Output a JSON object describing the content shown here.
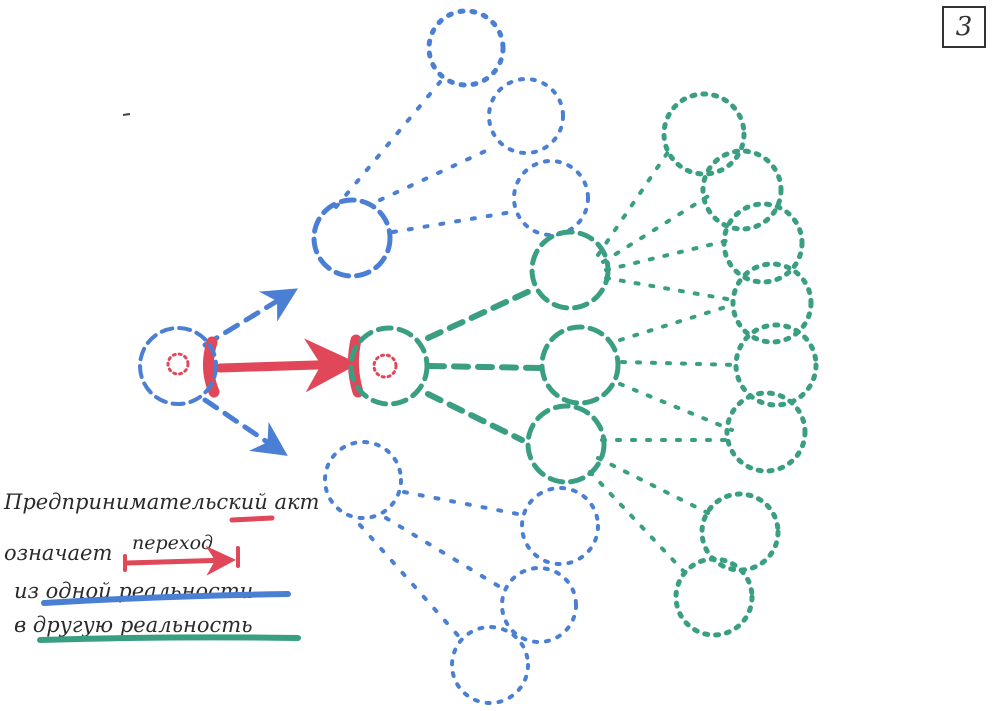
{
  "page_number": "3",
  "colors": {
    "blue": "#4a7fd3",
    "green": "#3a9e82",
    "red": "#e0485a",
    "ink": "#2a2a2a"
  },
  "caption": {
    "line1": {
      "pre": "Предпринимательский ",
      "accent": "акт"
    },
    "line2": {
      "pre": "означает ",
      "accent": "переход"
    },
    "line3": {
      "pre": "из ",
      "accent1": "одной",
      "mid": " ",
      "accent2": "реальности"
    },
    "line4": {
      "pre": "в ",
      "accent1": "другую",
      "mid": " ",
      "accent2": "реальность"
    }
  }
}
